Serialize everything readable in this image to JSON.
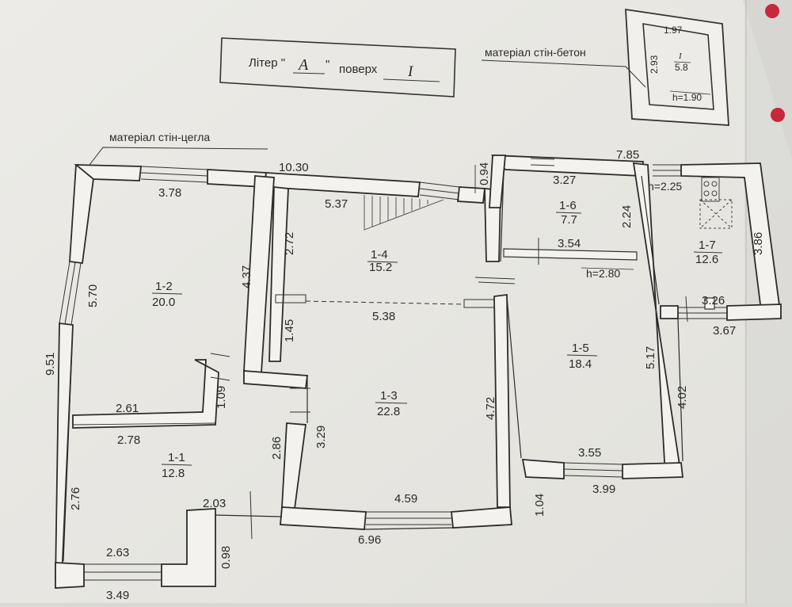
{
  "header": {
    "liter_prefix": "Літер \"",
    "liter_value": "А",
    "liter_close": "\"",
    "floor_word": "поверх",
    "floor_value": "І"
  },
  "notes": {
    "brick_wall_material": "матеріал стін-цегла",
    "concrete_wall_material": "матеріал стін-бетон"
  },
  "cellar": {
    "top_width": "1.97",
    "side": "2.93",
    "room_number": "I",
    "room_area": "5.8",
    "height": "h=1.90"
  },
  "rooms": [
    {
      "id": "1-1",
      "area": "12.8"
    },
    {
      "id": "1-2",
      "area": "20.0"
    },
    {
      "id": "1-3",
      "area": "22.8"
    },
    {
      "id": "1-4",
      "area": "15.2"
    },
    {
      "id": "1-5",
      "area": "18.4"
    },
    {
      "id": "1-6",
      "area": "7.7"
    },
    {
      "id": "1-7",
      "area": "12.6"
    }
  ],
  "heights": {
    "room_1_5": "h=2.80",
    "room_1_7": "h=2.25"
  },
  "dimensions": {
    "d_10_30": "10.30",
    "d_3_78": "3.78",
    "d_5_70": "5.70",
    "d_9_51": "9.51",
    "d_4_37": "4.37",
    "d_2_61": "2.61",
    "d_1_09": "1.09",
    "d_2_78": "2.78",
    "d_2_76": "2.76",
    "d_2_86": "2.86",
    "d_3_29": "3.29",
    "d_2_03": "2.03",
    "d_0_98": "0.98",
    "d_2_63": "2.63",
    "d_3_49": "3.49",
    "d_5_37": "5.37",
    "d_2_72": "2.72",
    "d_1_45": "1.45",
    "d_5_38": "5.38",
    "d_4_72": "4.72",
    "d_4_59": "4.59",
    "d_6_96": "6.96",
    "d_0_94": "0.94",
    "d_3_27": "3.27",
    "d_2_24": "2.24",
    "d_3_54": "3.54",
    "d_5_17": "5.17",
    "d_3_55": "3.55",
    "d_3_99": "3.99",
    "d_1_04": "1.04",
    "d_4_02": "4.02",
    "d_7_85": "7.85",
    "d_3_86": "3.86",
    "d_3_26": "3.26",
    "d_3_67": "3.67"
  }
}
